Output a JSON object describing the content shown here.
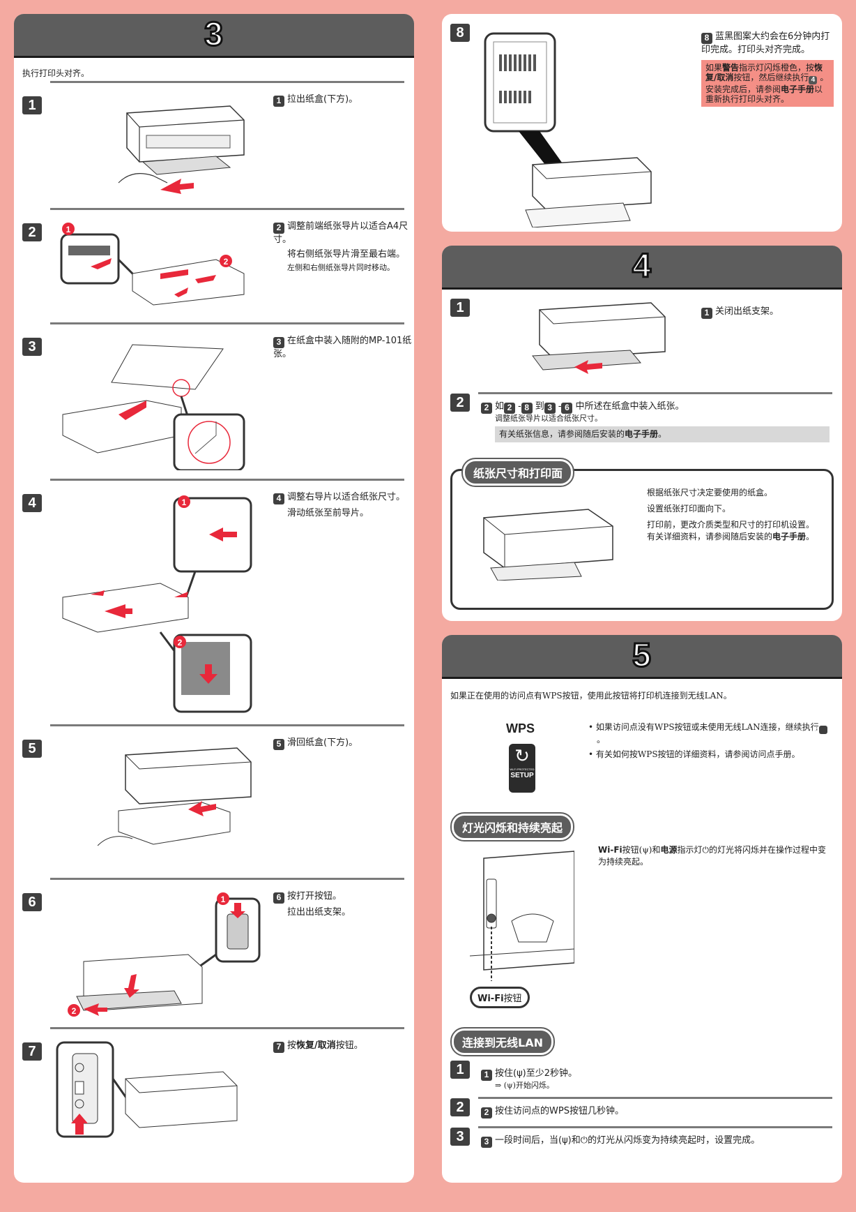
{
  "section3": {
    "number": "3",
    "intro": "执行打印头对齐。",
    "steps": [
      {
        "num": "1",
        "badge": "1",
        "lines": [
          "拉出纸盒(下方)。"
        ]
      },
      {
        "num": "2",
        "badge": "2",
        "lines": [
          "调整前端纸张导片以适合A4尺寸。",
          "将右侧纸张导片滑至最右端。"
        ],
        "note": "左侧和右侧纸张导片同时移动。",
        "callouts": [
          "1",
          "2"
        ]
      },
      {
        "num": "3",
        "badge": "3",
        "lines": [
          "在纸盒中装入随附的MP-101纸张。"
        ]
      },
      {
        "num": "4",
        "badge": "4",
        "lines": [
          "调整右导片以适合纸张尺寸。",
          "滑动纸张至前导片。"
        ],
        "callouts": [
          "1",
          "2"
        ]
      },
      {
        "num": "5",
        "badge": "5",
        "lines": [
          "滑回纸盒(下方)。"
        ]
      },
      {
        "num": "6",
        "badge": "6",
        "lines": [
          "按打开按钮。",
          "拉出出纸支架。"
        ],
        "callouts": [
          "1",
          "2"
        ]
      },
      {
        "num": "7",
        "badge": "7",
        "pre": "按",
        "bold": "恢复/取消",
        "post": "按钮。"
      }
    ]
  },
  "section3b": {
    "num": "8",
    "badge": "8",
    "text": "蓝黑图案大约会在6分钟内打印完成。打印头对齐完成。",
    "warn": {
      "t1": "如果",
      "b1": "警告",
      "t2": "指示灯闪烁橙色，按",
      "b2": "恢复/取消",
      "t3": "按钮，然后继续执行",
      "ref": "4",
      "t4": "。安装完成后，请参阅",
      "b3": "电子手册",
      "t5": "以重新执行打印头对齐。"
    }
  },
  "section4": {
    "number": "4",
    "step1": {
      "num": "1",
      "badge": "1",
      "text": "关闭出纸支架。"
    },
    "step2": {
      "num": "2",
      "badge": "2",
      "t1": "如",
      "r1": "2",
      "t2": "-",
      "r2": "8",
      "t3": "到",
      "r3": "3",
      "t4": "-",
      "r4": "6",
      "t5": "中所述在纸盒中装入纸张。",
      "sub": "调整纸张导片以适合纸张尺寸。",
      "info_pre": "有关纸张信息，请参阅随后安装的",
      "info_bold": "电子手册",
      "info_post": "。"
    },
    "paper_box": {
      "title": "纸张尺寸和打印面",
      "l1": "根据纸张尺寸决定要使用的纸盒。",
      "l2": "设置纸张打印面向下。",
      "l3_pre": "打印前，更改介质类型和尺寸的打印机设置。有关详细资料，请参阅随后安装的",
      "l3_bold": "电子手册",
      "l3_post": "。"
    }
  },
  "section5": {
    "number": "5",
    "intro": "如果正在使用的访问点有WPS按钮，使用此按钮将打印机连接到无线LAN。",
    "wps_label": "WPS",
    "wps_logo_text1": "Wi-Fi PROTECTED",
    "wps_logo_text2": "SETUP",
    "bullet1_pre": "如果访问点没有WPS按钮或未使用无线LAN连接，继续执行",
    "bullet1_ref": "6",
    "bullet1_post": "。",
    "bullet2": "有关如何按WPS按钮的详细资料，请参阅访问点手册。",
    "lights_title": "灯光闪烁和持续亮起",
    "lights_b1": "Wi-Fi",
    "lights_t1": "按钮",
    "lights_b2": "电源",
    "lights_t2": "和",
    "lights_t3": "指示灯",
    "lights_t4": "的灯光将闪烁并在操作过程中变为持续亮起。",
    "wifi_button_label_b": "Wi-Fi",
    "wifi_button_label": "按钮",
    "connect_title": "连接到无线LAN",
    "steps": [
      {
        "num": "1",
        "badge": "1",
        "pre": "按住",
        "post": "至少2秒钟。",
        "sub_post": "开始闪烁。"
      },
      {
        "num": "2",
        "badge": "2",
        "text": "按住访问点的WPS按钮几秒钟。"
      },
      {
        "num": "3",
        "badge": "3",
        "pre": "一段时间后，当",
        "mid": "和",
        "post": "的灯光从闪烁变为持续亮起时，设置完成。"
      }
    ]
  }
}
